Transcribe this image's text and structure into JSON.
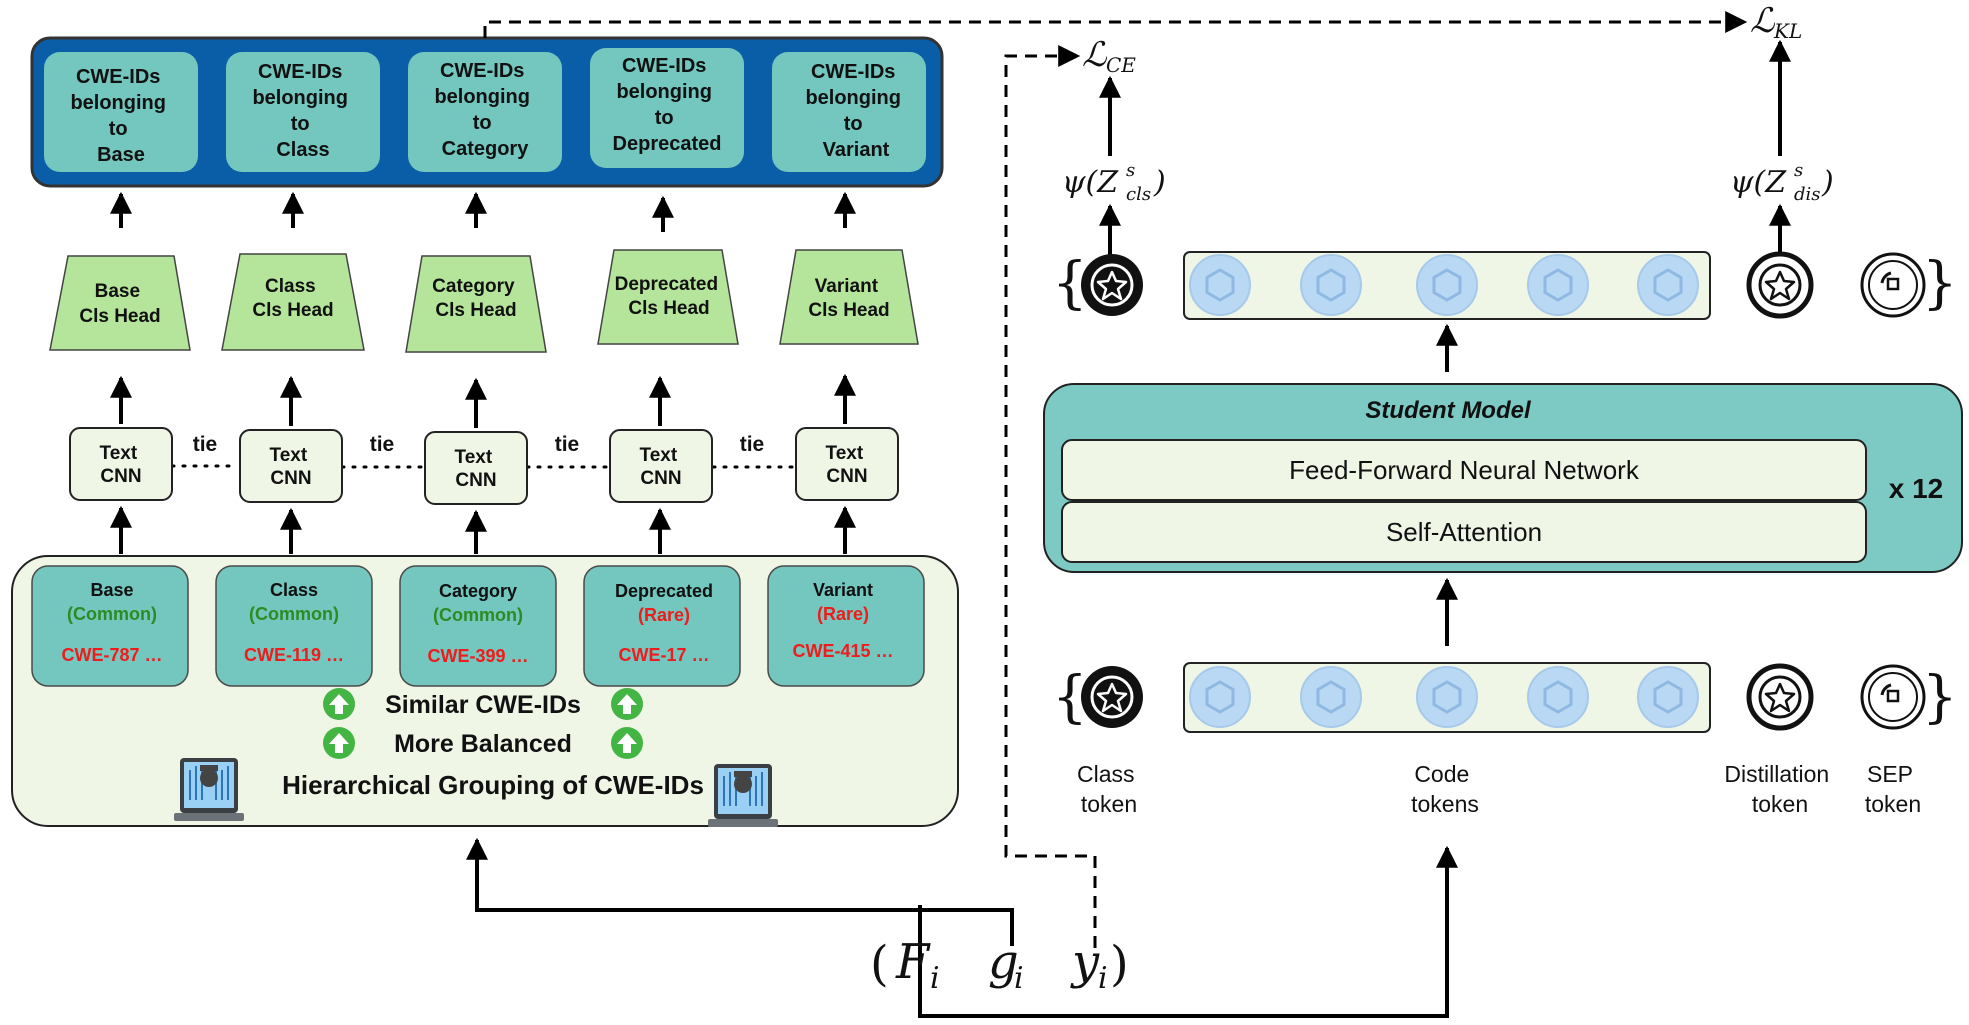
{
  "output_boxes": [
    [
      "CWE-IDs",
      "belonging",
      "to",
      "Base"
    ],
    [
      "CWE-IDs",
      "belonging",
      "to",
      "Class"
    ],
    [
      "CWE-IDs",
      "belonging",
      "to",
      "Category"
    ],
    [
      "CWE-IDs",
      "belonging",
      "to",
      "Deprecated"
    ],
    [
      "CWE-IDs",
      "belonging",
      "to",
      "Variant"
    ]
  ],
  "cls_heads": [
    [
      "Base",
      "Cls Head"
    ],
    [
      "Class",
      "Cls Head"
    ],
    [
      "Category",
      "Cls Head"
    ],
    [
      "Deprecated",
      "Cls Head"
    ],
    [
      "Variant",
      "Cls Head"
    ]
  ],
  "text_cnn": [
    "Text",
    "CNN"
  ],
  "tie_label": "tie",
  "groups": [
    {
      "name": "Base",
      "kind": "(Common)",
      "example": "CWE-787 …"
    },
    {
      "name": "Class",
      "kind": "(Common)",
      "example": "CWE-119 …"
    },
    {
      "name": "Category",
      "kind": "(Common)",
      "example": "CWE-399 …"
    },
    {
      "name": "Deprecated",
      "kind": "(Rare)",
      "example": "CWE-17 …"
    },
    {
      "name": "Variant",
      "kind": "(Rare)",
      "example": "CWE-415 …"
    }
  ],
  "grouping_notes": {
    "similar": "Similar CWE-IDs",
    "balanced": "More Balanced",
    "title": "Hierarchical Grouping of CWE-IDs"
  },
  "student": {
    "title": "Student Model",
    "ffn": "Feed-Forward Neural Network",
    "attn": "Self-Attention",
    "repeat": "x 12"
  },
  "losses": {
    "ce": "ℒ",
    "ce_sub": "CE",
    "kl": "ℒ",
    "kl_sub": "KL"
  },
  "psi_cls": {
    "main": "ψ(Z",
    "sup": "s",
    "sub": "cls",
    "close": ")"
  },
  "psi_dis": {
    "main": "ψ(Z",
    "sup": "s",
    "sub": "dis",
    "close": ")"
  },
  "token_labels": {
    "class": [
      "Class",
      "token"
    ],
    "code": [
      "Code",
      "tokens"
    ],
    "distill": [
      "Distillation",
      "token"
    ],
    "sep": [
      "SEP",
      "token"
    ]
  },
  "input_tuple": {
    "open": "(",
    "f": "F",
    "f_sub": "i",
    "g": "g",
    "g_sub": "i",
    "y": "y",
    "y_sub": "i",
    "close": ")"
  },
  "colors": {
    "output_panel": "#0a5ea8",
    "output_box": "#73c7bf",
    "cls_head": "#b4e59a",
    "grouping_panel": "#eff6e6",
    "student_panel": "#7ccac3",
    "common_text": "#2e8b22",
    "rare_text": "#ee1c1c",
    "arrow_up": "#43b543"
  }
}
